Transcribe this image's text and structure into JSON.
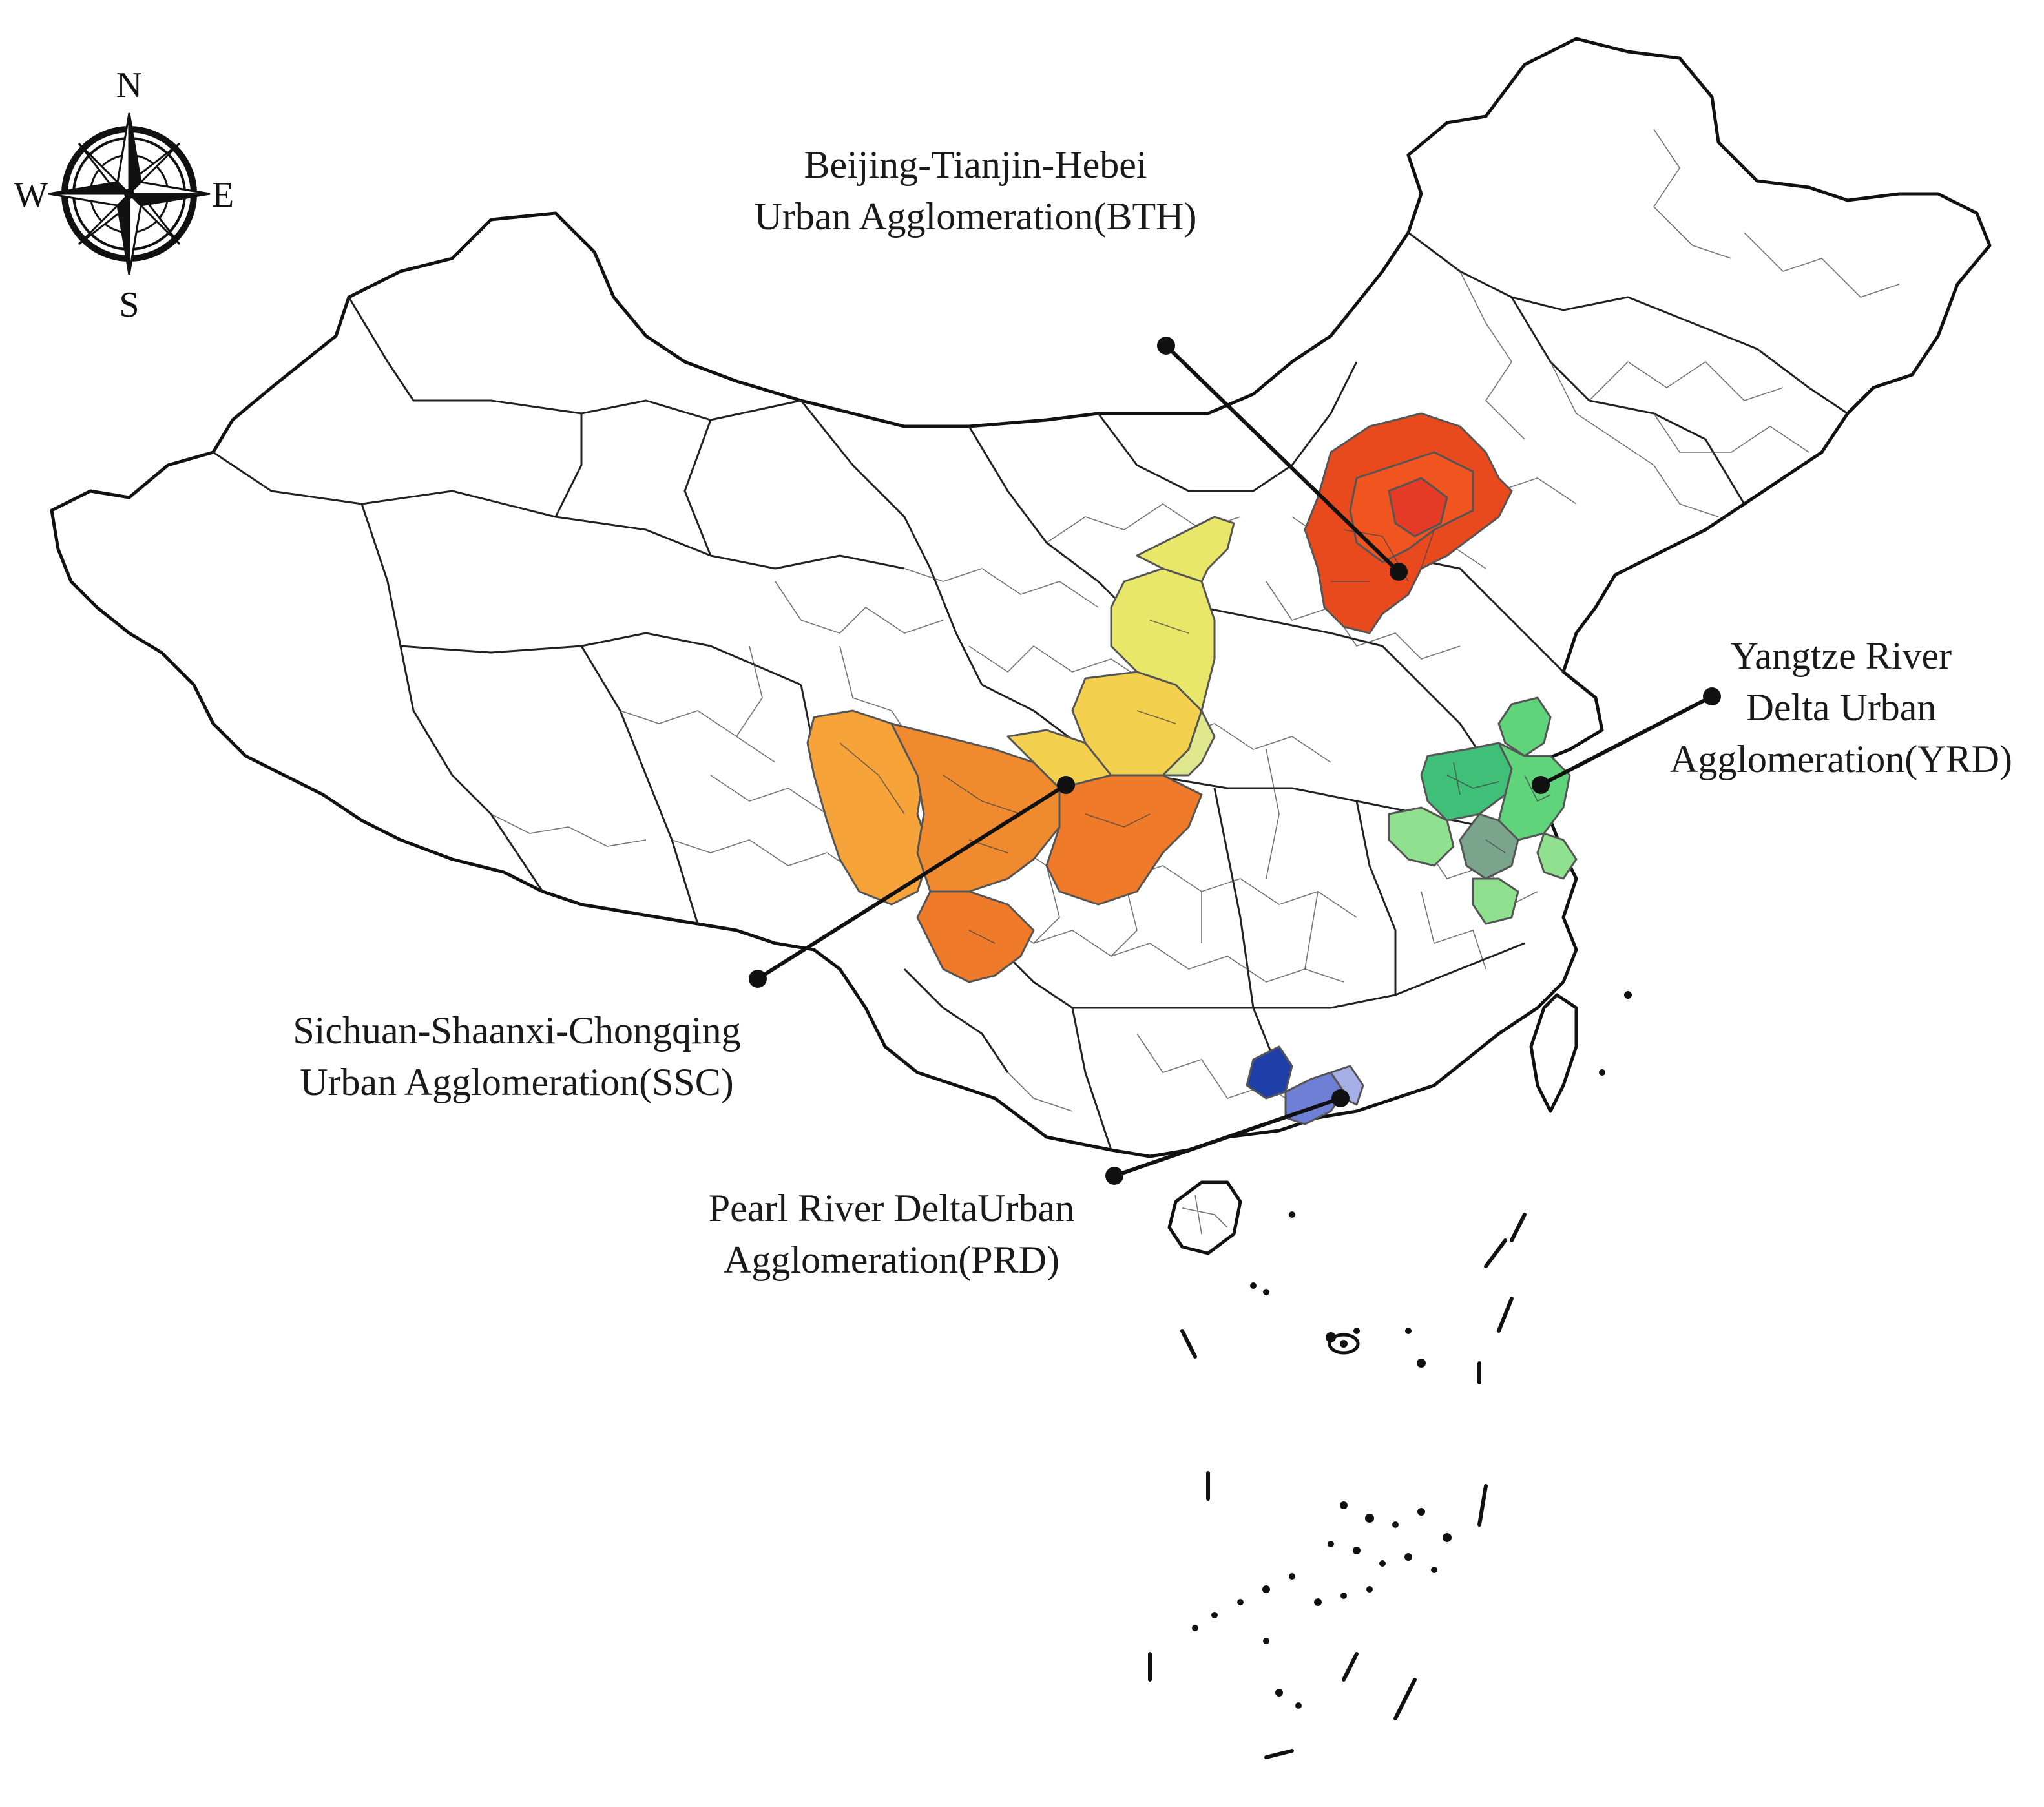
{
  "compass": {
    "north": "N",
    "south": "S",
    "east": "E",
    "west": "W",
    "icon": "compass-rose-icon"
  },
  "regions": {
    "bth": {
      "line1": "Beijing-Tianjin-Hebei",
      "line2": "Urban Agglomeration(BTH)",
      "colors": [
        "#e84a1e",
        "#f0541f",
        "#e43a26"
      ]
    },
    "yrd": {
      "line1": "Yangtze River",
      "line2": "Delta Urban",
      "line3": "Agglomeration(YRD)",
      "colors": [
        "#5fd47a",
        "#3fbf78",
        "#8fe08f",
        "#7aa48c"
      ]
    },
    "ssc": {
      "line1": "Sichuan-Shaanxi-Chongqing",
      "line2": "Urban Agglomeration(SSC)",
      "colors": [
        "#f6a33a",
        "#f08a2e",
        "#ee7a2a",
        "#f3d04d",
        "#e8e76a",
        "#dfe88c"
      ]
    },
    "prd": {
      "line1": "Pearl River DeltaUrban",
      "line2": "Agglomeration(PRD)",
      "colors": [
        "#1f3fa8",
        "#6f7fd6",
        "#a7b0e6"
      ]
    }
  }
}
